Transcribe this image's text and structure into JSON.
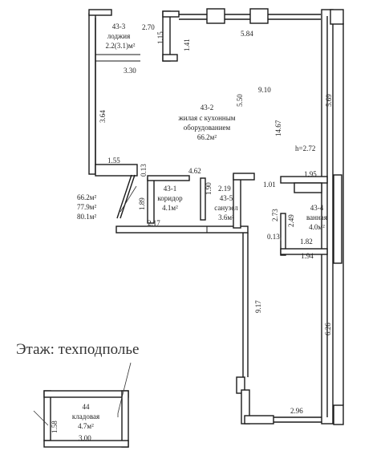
{
  "rooms": {
    "r43_3": {
      "id": "43-3",
      "name": "лоджия",
      "area": "2.2(3.1)м²"
    },
    "r43_2": {
      "id": "43-2",
      "name1": "жилая с кухонным",
      "name2": "оборудованием",
      "area": "66.2м²"
    },
    "r43_1": {
      "id": "43-1",
      "name": "коридор",
      "area": "4.1м²"
    },
    "r43_5": {
      "id": "43-5",
      "name": "санузел",
      "area": "3.6м²"
    },
    "r43_4": {
      "id": "43-4",
      "name": "ванная",
      "area": "4.0м²"
    },
    "r44": {
      "id": "44",
      "name": "кладовая",
      "area": "4.7м²"
    }
  },
  "totals": [
    "66.2м²",
    "77.9м²",
    "80.1м²"
  ],
  "ceiling_height": "h=2.72",
  "floor_label": "Этаж: техподполье",
  "dims": {
    "d270": "2.70",
    "d115": "1.15",
    "d141": "1.41",
    "d584": "5.84",
    "d330": "3.30",
    "d910": "9.10",
    "d550": "5.50",
    "d569": "5.69",
    "d364": "3.64",
    "d1467": "14.67",
    "d155": "1.55",
    "d013a": "0.13",
    "d462": "4.62",
    "d219": "2.19",
    "d101": "1.01",
    "d195": "1.95",
    "d189": "1.89",
    "d190": "1.90",
    "d217": "2.17",
    "d273": "2.73",
    "d249": "2.49",
    "d013b": "0.13",
    "d182": "1.82",
    "d194": "1.94",
    "d917": "9.17",
    "d626": "6.26",
    "d296": "2.96",
    "d158": "1.58",
    "d300": "3.00"
  }
}
